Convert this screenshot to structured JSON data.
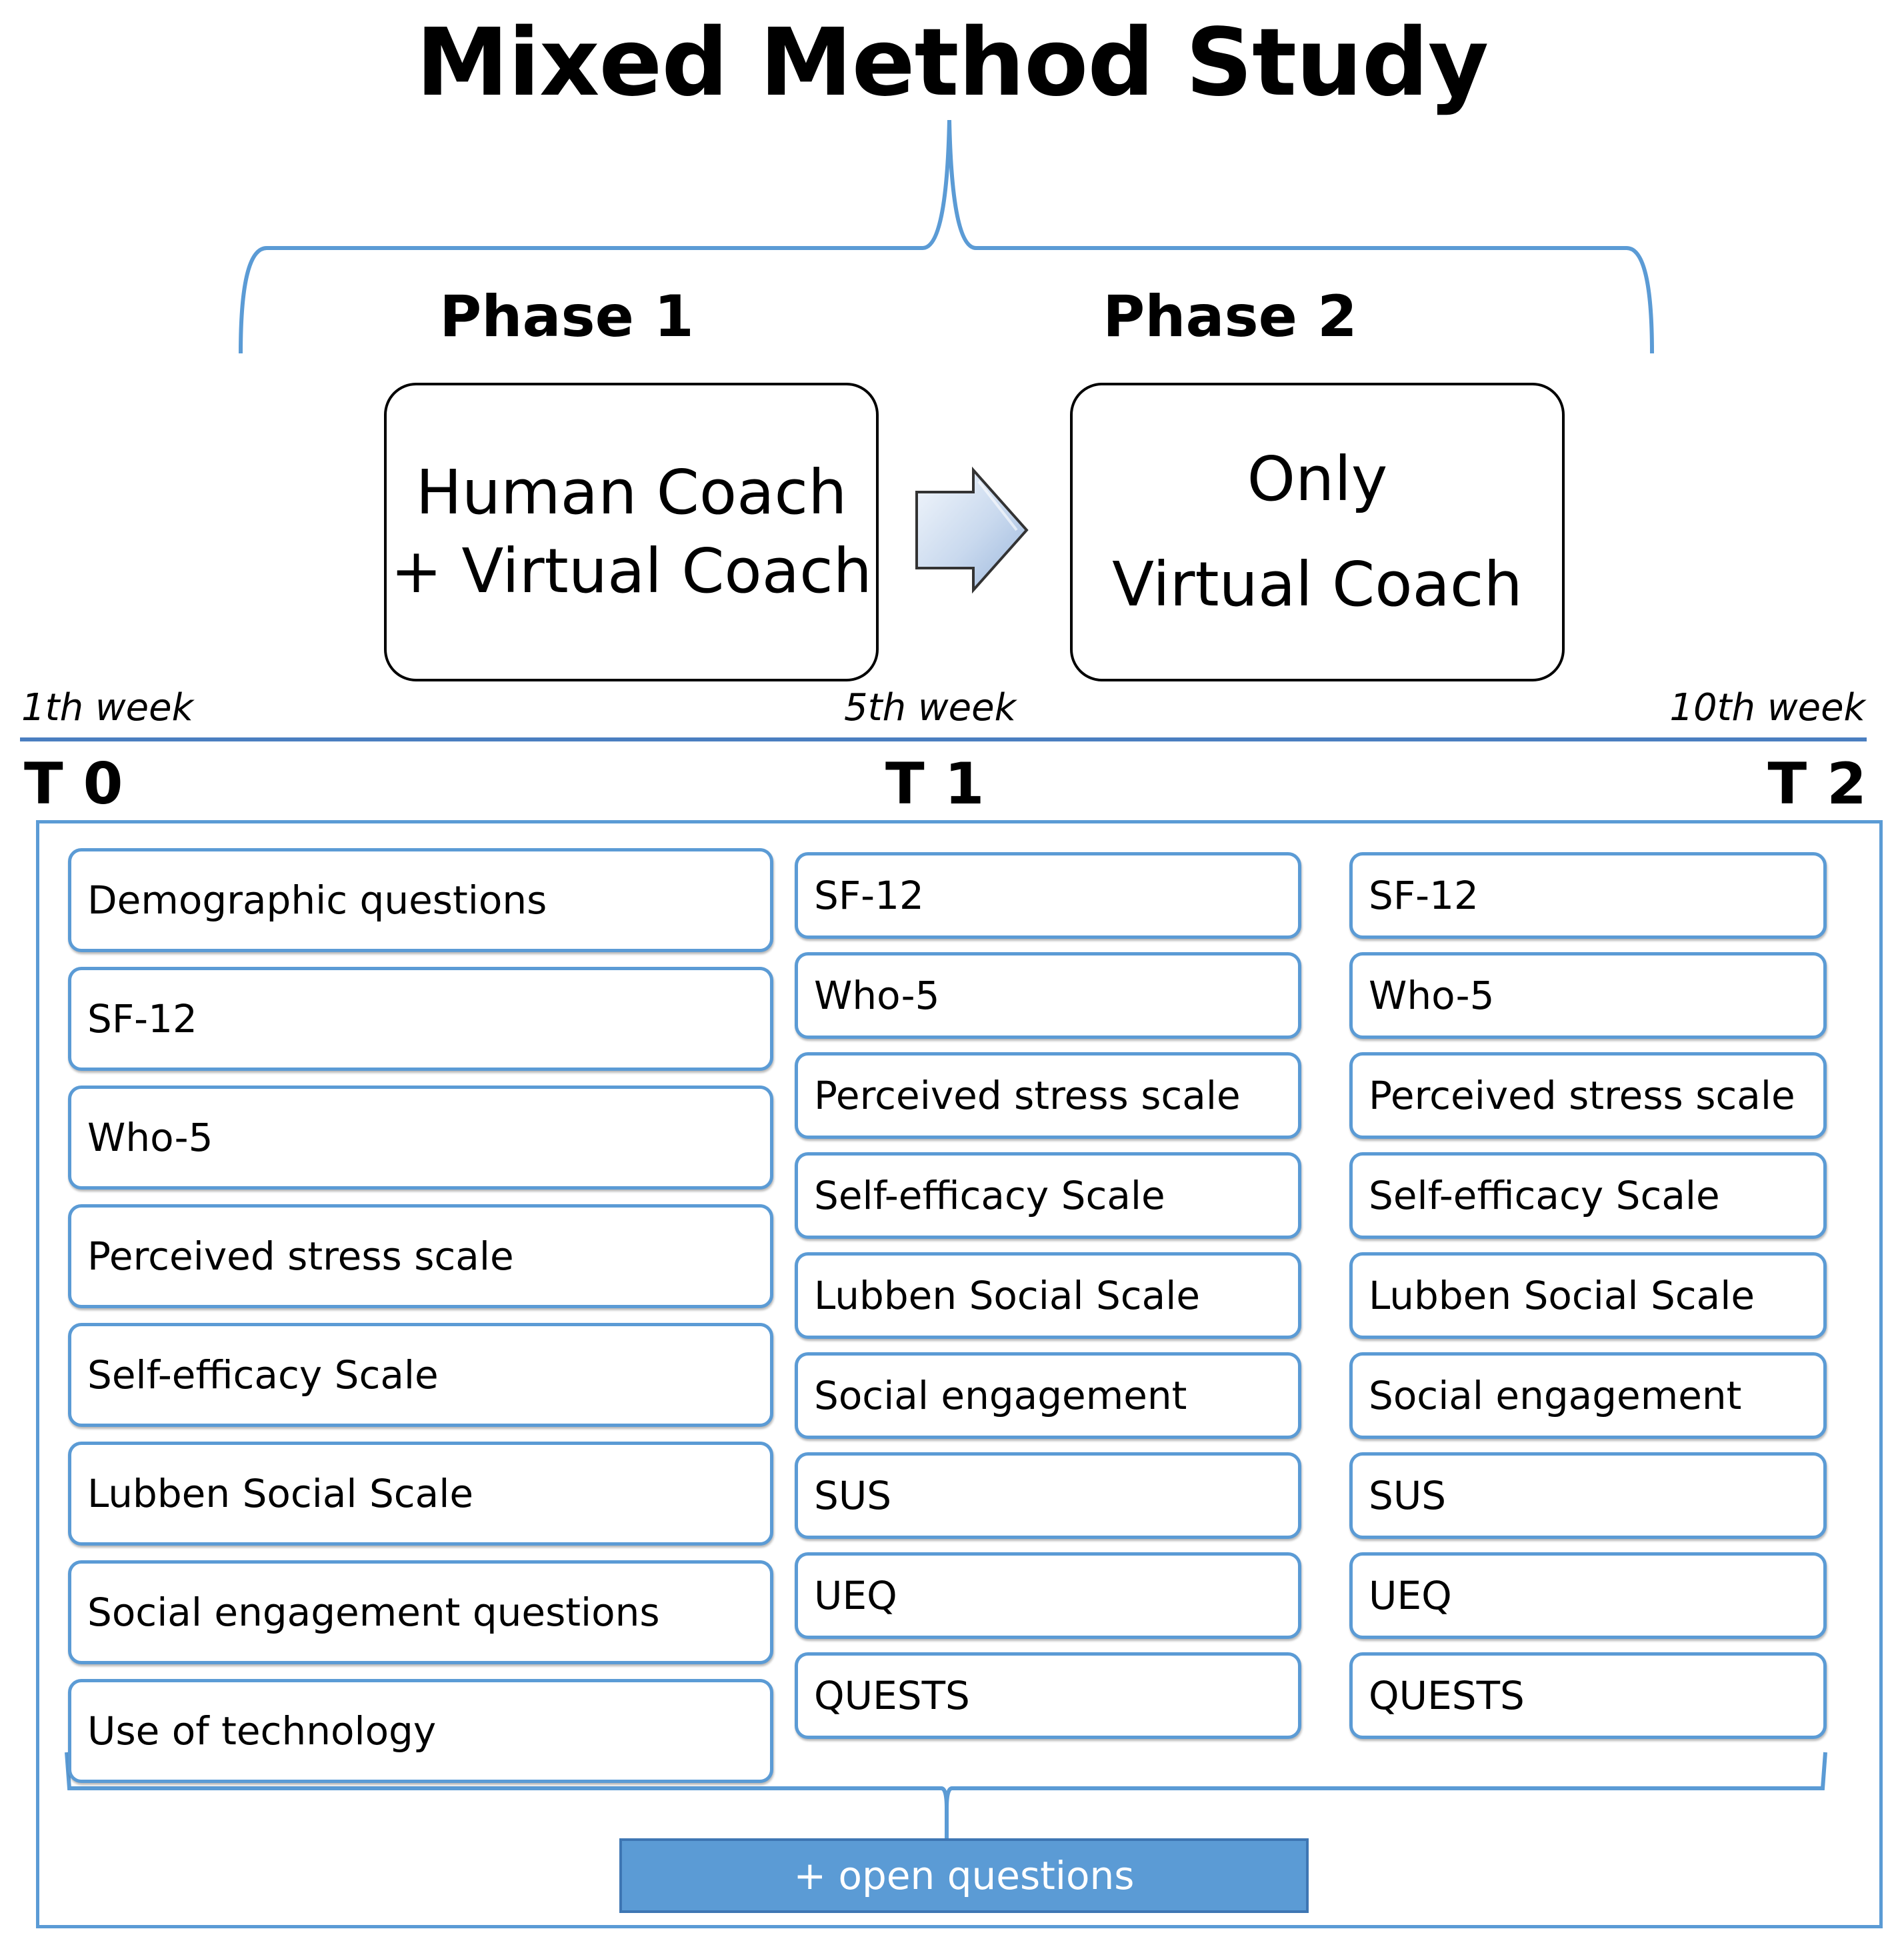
{
  "title": "Mixed Method Study",
  "phases": [
    {
      "label": "Phase 1",
      "lines": [
        "Human Coach",
        "+ Virtual Coach"
      ]
    },
    {
      "label": "Phase 2",
      "lines": [
        "Only",
        "Virtual Coach"
      ]
    }
  ],
  "timeline": {
    "weeks": [
      "1th week",
      "5th week",
      "10th week"
    ],
    "timepoints": [
      "T 0",
      "T 1",
      "T 2"
    ]
  },
  "columns": [
    {
      "timepoint": "T 0",
      "items": [
        "Demographic questions",
        "SF-12",
        "Who-5",
        "Perceived stress scale",
        "Self-efficacy Scale",
        "Lubben Social Scale",
        "Social engagement questions",
        "Use of technology"
      ]
    },
    {
      "timepoint": "T 1",
      "items": [
        "SF-12",
        "Who-5",
        "Perceived stress scale",
        "Self-efficacy Scale",
        "Lubben Social Scale",
        "Social engagement",
        "SUS",
        "UEQ",
        "QUESTS"
      ]
    },
    {
      "timepoint": "T 2",
      "items": [
        "SF-12",
        "Who-5",
        "Perceived stress scale",
        "Self-efficacy Scale",
        "Lubben Social Scale",
        "Social engagement",
        "SUS",
        "UEQ",
        "QUESTS"
      ]
    }
  ],
  "open_questions": "+ open questions",
  "colors": {
    "accent_blue": "#5b9bd5",
    "line_blue": "#4a7ec0",
    "button_fill": "#5b9bd5",
    "text": "#000000"
  }
}
